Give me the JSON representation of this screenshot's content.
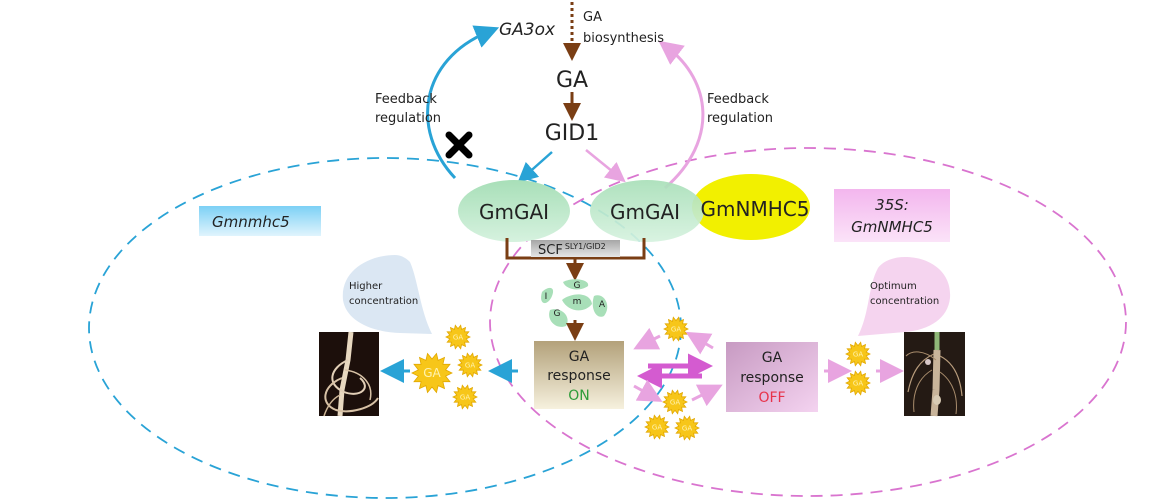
{
  "top": {
    "gene_label": "GA3ox",
    "biosynthesis_line1": "GA",
    "biosynthesis_line2": "biosynthesis",
    "ga_label": "GA",
    "gid1_label": "GID1",
    "feedback_left_line1": "Feedback",
    "feedback_left_line2": "regulation",
    "feedback_right_line1": "Feedback",
    "feedback_right_line2": "regulation"
  },
  "proteins": {
    "gmgai_left": "GmGAI",
    "gmgai_right": "GmGAI",
    "gmnmhc5": "GmNMHC5",
    "scf_main": "SCF",
    "scf_sup": "SLY1/GID2",
    "degraded_letters": [
      "G",
      "I",
      "m",
      "A",
      "G"
    ]
  },
  "left": {
    "genotype_label": "Gmnmhc5",
    "bubble_line1": "Higher",
    "bubble_line2": "concentration",
    "ga_star_big": "GA",
    "ga_star_small": "GA"
  },
  "right": {
    "genotype_line1": "35S:",
    "genotype_line2": "GmNMHC5",
    "bubble_line1": "Optimum",
    "bubble_line2": "concentration",
    "ga_star_small": "GA"
  },
  "response_on": {
    "line1": "GA",
    "line2": "response",
    "state": "ON"
  },
  "response_off": {
    "line1": "GA",
    "line2": "response",
    "state": "OFF"
  },
  "colors": {
    "blue": "#29a3d6",
    "pink": "#e8a4e0",
    "magenta": "#d45bd0",
    "brown": "#7a3e14",
    "green_ellipse": "#bfe8cc",
    "yellow_ellipse": "#f2f000",
    "on_green": "#2e9c3a",
    "off_red": "#e8324a"
  }
}
